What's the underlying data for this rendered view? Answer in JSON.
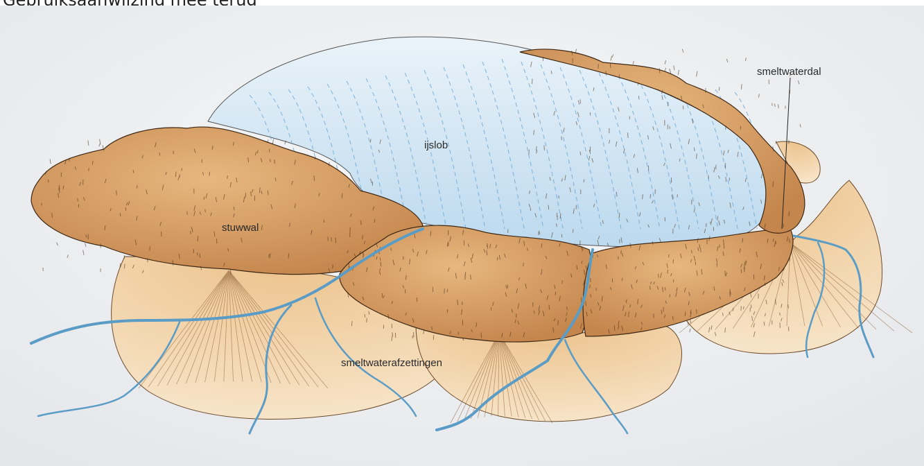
{
  "caption": "Gebruiksaanwijzing mee terug",
  "labels": {
    "ice_lobe": "ijslob",
    "push_moraine": "stuwwal",
    "meltwater_valley": "smeltwaterdal",
    "meltwater_deposits": "smeltwaterafzettingen"
  },
  "colors": {
    "background": "#eceef0",
    "ice": "#cfe3f0",
    "ice_streaks": "#6fa8d6",
    "moraine": "#d9a06b",
    "moraine_dark": "#5a3b1e",
    "fan": "#f1d3a8",
    "river": "#5a9cc5"
  }
}
